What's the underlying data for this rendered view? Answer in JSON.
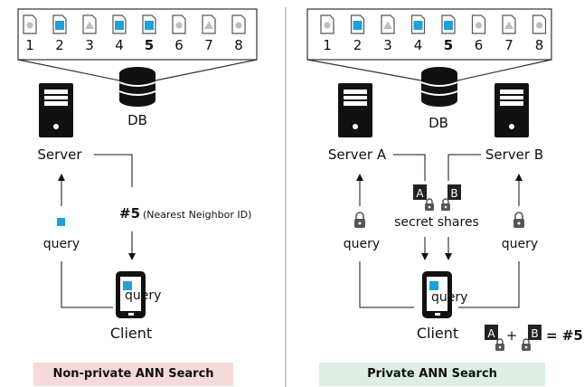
{
  "left": {
    "doc_numbers": [
      "1",
      "2",
      "3",
      "4",
      "5",
      "6",
      "7",
      "8"
    ],
    "highlight_doc": "5",
    "db_label": "DB",
    "server_label": "Server",
    "result_label": "#5",
    "result_note": "(Nearest Neighbor ID)",
    "query_label": "query",
    "phone_query_label": "query",
    "client_label": "Client",
    "caption": "Non-private ANN Search"
  },
  "right": {
    "doc_numbers": [
      "1",
      "2",
      "3",
      "4",
      "5",
      "6",
      "7",
      "8"
    ],
    "highlight_doc": "5",
    "db_label": "DB",
    "server_a_label": "Server A",
    "server_b_label": "Server B",
    "share_a": "A",
    "share_b": "B",
    "shares_label": "secret shares",
    "query_left_label": "query",
    "query_right_label": "query",
    "phone_query_label": "query",
    "client_label": "Client",
    "formula_plus": "+",
    "formula_result": "= #5",
    "caption": "Private ANN Search"
  },
  "doc_icon_shapes": [
    "circle",
    "square",
    "triangle",
    "square",
    "square",
    "circle",
    "triangle",
    "circle"
  ],
  "colors": {
    "accent": "#1fa0d8",
    "gray": "#bdbdbd",
    "dark": "#222222",
    "left_caption_bg": "#f6dada",
    "right_caption_bg": "#dcefe2"
  }
}
